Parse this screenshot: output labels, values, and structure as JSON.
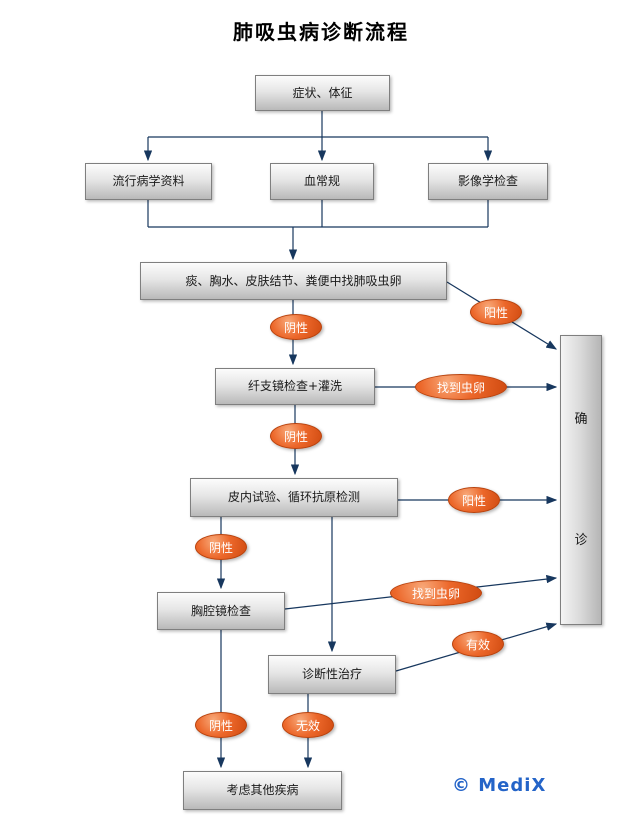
{
  "title": "肺吸虫病诊断流程",
  "watermark": "© MediX",
  "colors": {
    "arrow": "#17375e",
    "box_border": "#7f7f7f",
    "pill_fill": "#e2571b",
    "watermark_blue": "#2464c8"
  },
  "nodes": {
    "symptoms": "症状、体征",
    "epidemiology": "流行病学资料",
    "blood_routine": "血常规",
    "imaging": "影像学检查",
    "egg_search": "痰、胸水、皮肤结节、粪便中找肺吸虫卵",
    "bronchoscopy": "纤支镜检查+灌洗",
    "antigen_test": "皮内试验、循环抗原检测",
    "thoracoscopy": "胸腔镜检查",
    "diagnostic_treatment": "诊断性治疗",
    "other_disease": "考虑其他疾病",
    "confirm_top": "确",
    "confirm_bottom": "诊"
  },
  "edge_labels": {
    "positive_eggs": "阳性",
    "negative_eggs": "阴性",
    "found_eggs_broncho": "找到虫卵",
    "negative_broncho": "阴性",
    "positive_antigen": "阳性",
    "negative_antigen": "阴性",
    "found_eggs_thoraco": "找到虫卵",
    "effective": "有效",
    "negative_thoraco": "阴性",
    "ineffective": "无效"
  }
}
